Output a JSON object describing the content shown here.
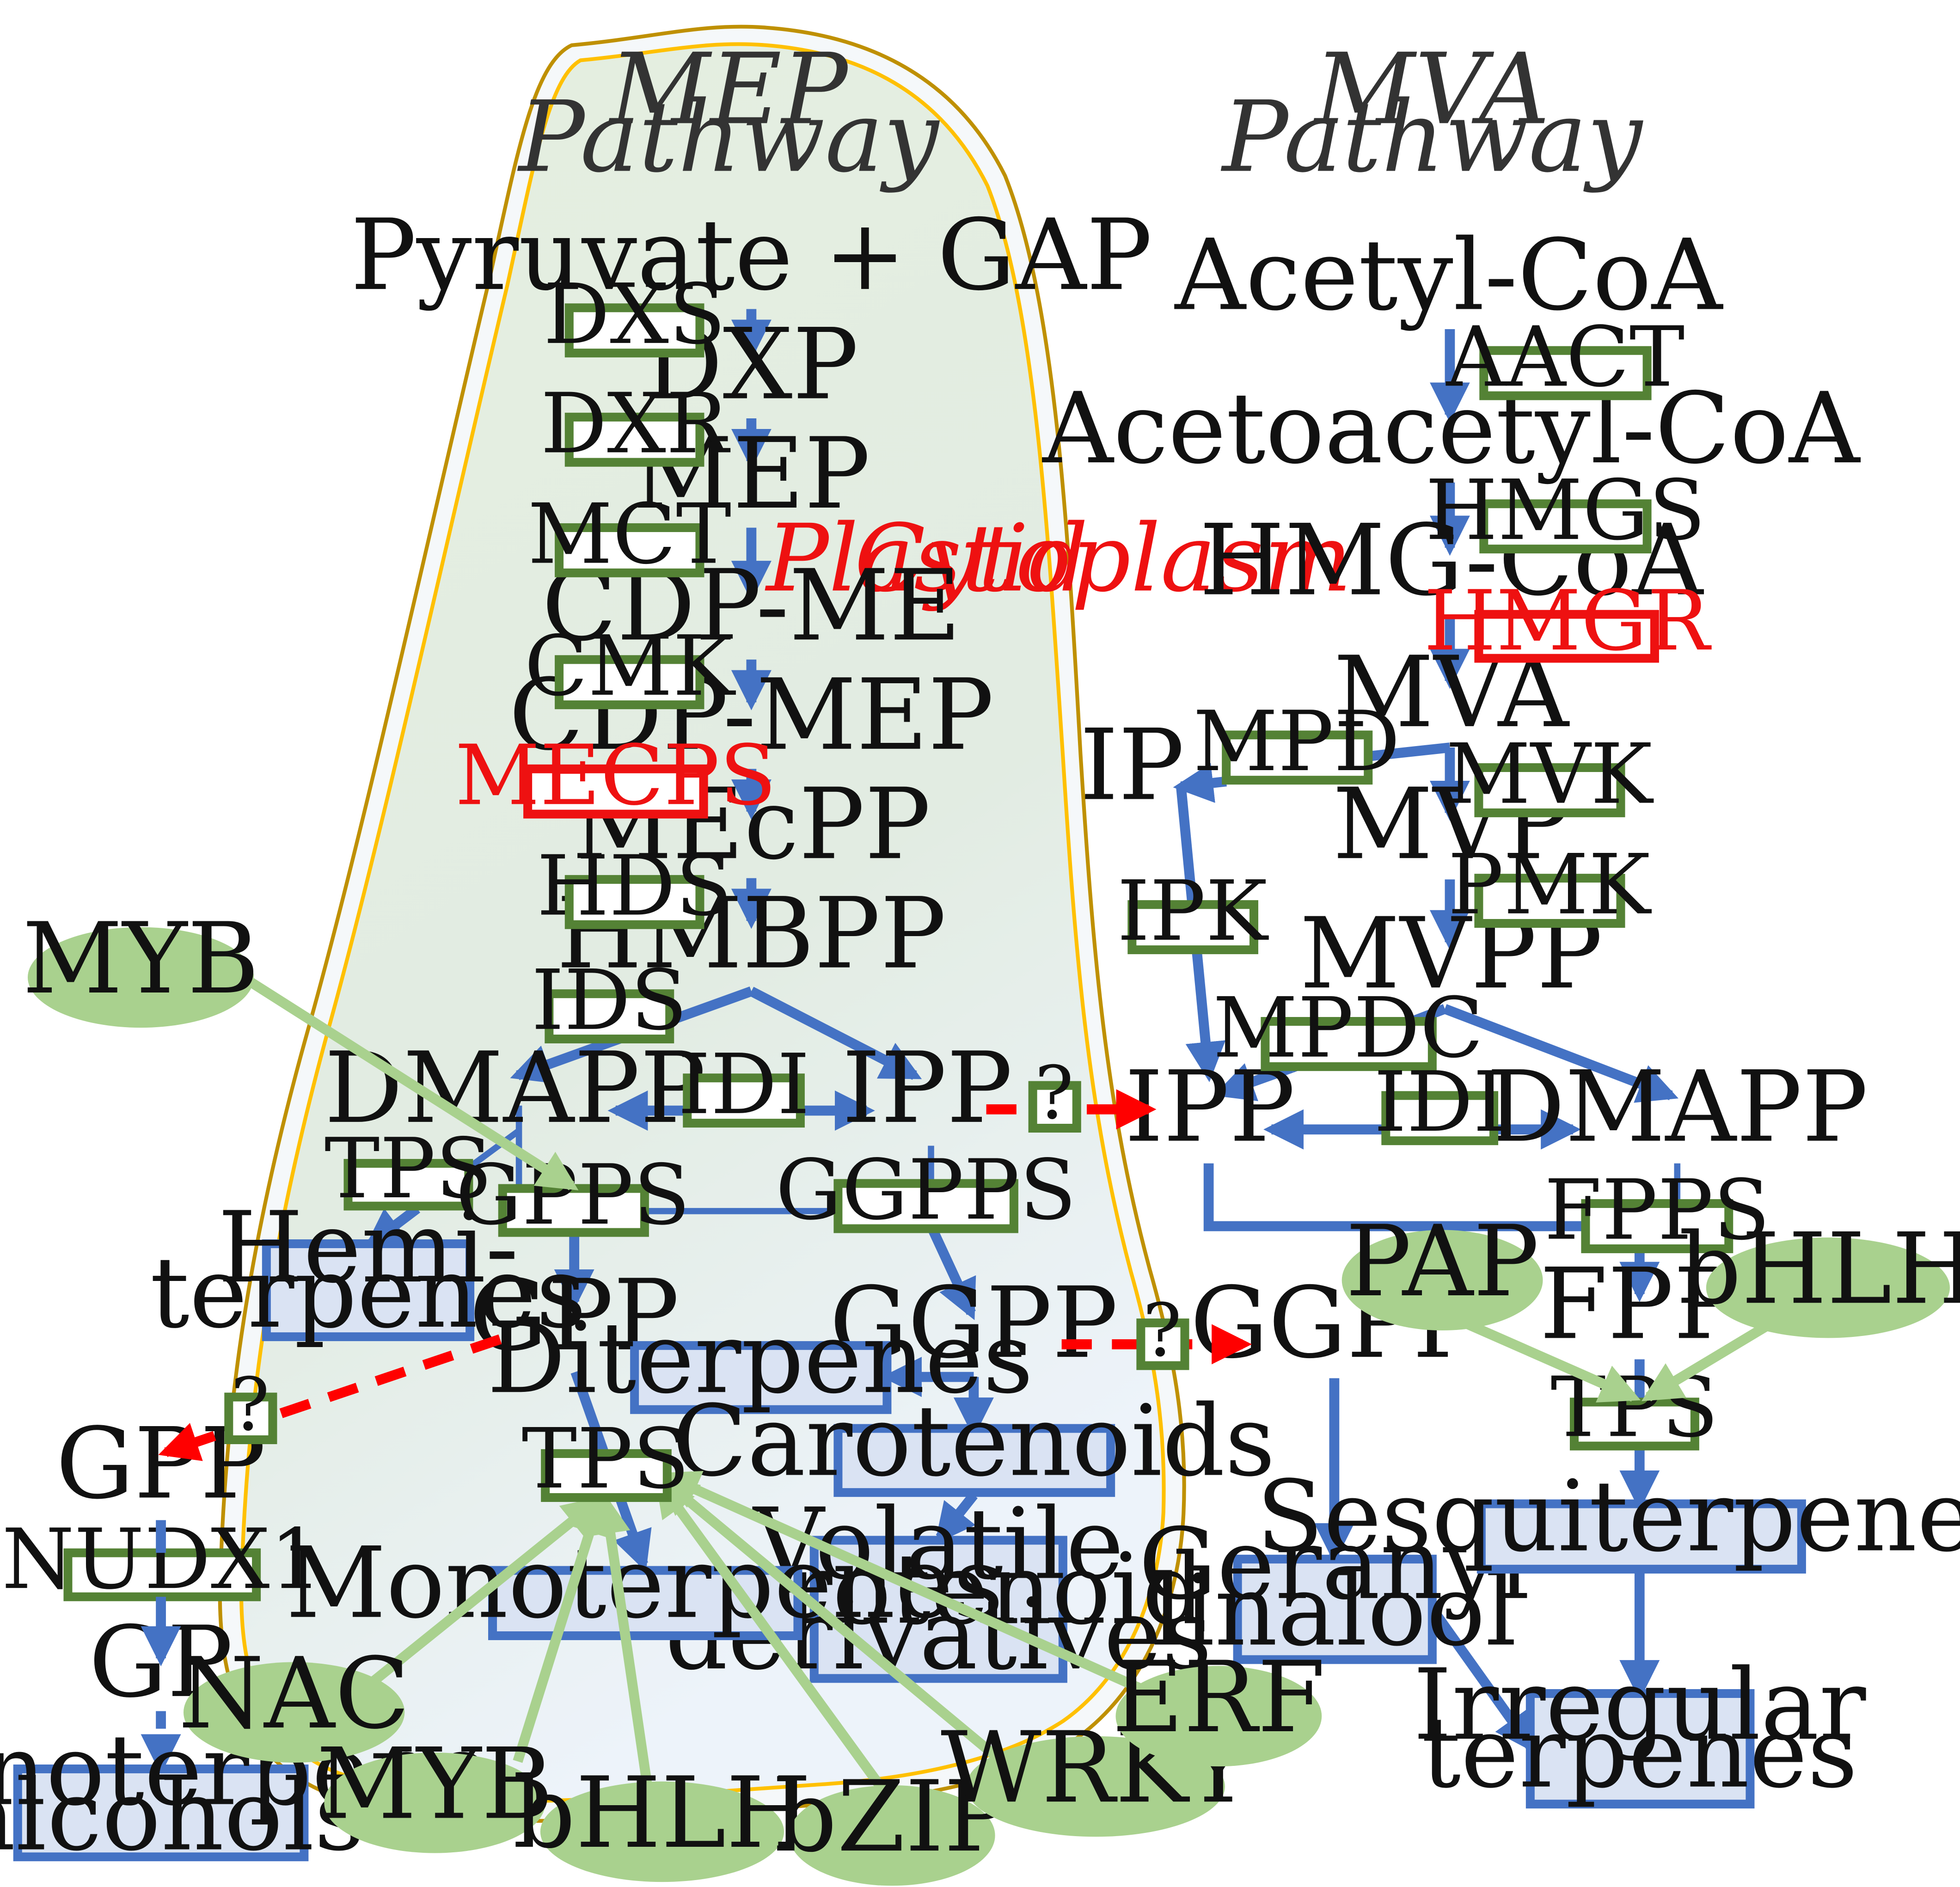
{
  "titles": {
    "mep": [
      "MEP",
      "Pathway"
    ],
    "mva": [
      "MVA",
      "Pathway"
    ]
  },
  "compartments": {
    "plastid": "Plastid",
    "cytoplasm": "Cytoplasm"
  },
  "mep_metabolites": {
    "pyruvate_gap": "Pyruvate + GAP",
    "dxp": "DXP",
    "mep": "MEP",
    "cdp_me": "CDP-ME",
    "cdp_mep": "CDP-MEP",
    "mecpp": "MEcPP",
    "hmbpp": "HMBPP",
    "dmapp": "DMAPP",
    "ipp": "IPP",
    "gpp": "GPP",
    "ggpp": "GGPP"
  },
  "mep_enzymes": {
    "dxs": "DXS",
    "dxr": "DXR",
    "mct": "MCT",
    "cmk": "CMK",
    "mecps": "MECPS",
    "hds": "HDS",
    "ids": "IDS",
    "idi": "IDI",
    "tps_hemi": "TPS",
    "gpps": "GPPS",
    "ggpps": "GGPPS",
    "tps_mono": "TPS"
  },
  "mva_metabolites": {
    "acetyl_coa": "Acetyl-CoA",
    "acetoacetyl_coa": "Acetoacetyl-CoA",
    "hmg_coa": "HMG-CoA",
    "mva": "MVA",
    "ip": "IP",
    "mvp": "MVP",
    "mvpp": "MVPP",
    "ipp": "IPP",
    "dmapp": "DMAPP",
    "fpp": "FPP",
    "ggpp": "GGPP"
  },
  "mva_enzymes": {
    "aact": "AACT",
    "hmgs": "HMGS",
    "hmgr": "HMGR",
    "mpd": "MPD",
    "mvk": "MVK",
    "ipk": "IPK",
    "pmk": "PMK",
    "mpdc": "MPDC",
    "idi": "IDI",
    "fpps": "FPPS",
    "tps": "TPS"
  },
  "left_branch": {
    "gpp": "GPP",
    "nudx1": "NUDX1",
    "gp": "GP"
  },
  "products": {
    "hemiterpenes": [
      "Hemi-",
      "terpenes"
    ],
    "diterpenes": "Diterpenes",
    "carotenoids": "Carotenoids",
    "volatile": [
      "Volatile",
      "carotenoid",
      "derivatives"
    ],
    "monoterpenes": "Monoterpenes",
    "monoterpene_alcohols": [
      "monoterpene",
      "alcohols"
    ],
    "geranyl_linalool": [
      "Geranyl",
      "linalool"
    ],
    "sesquiterpenes": "Sesquiterpenes",
    "irregular": [
      "Irregular",
      "terpenes"
    ]
  },
  "transporter_label": "?",
  "transcription_factors": {
    "myb_top": "MYB",
    "pap": "PAP",
    "bhlh_right": "bHLH",
    "nac": "NAC",
    "myb_bottom": "MYB",
    "bhlh_bottom": "bHLH",
    "bzip": "bZIP",
    "wrky": "WRKY",
    "erf": "ERF"
  },
  "colors": {
    "arrow_blue": "#4472c4",
    "enzyme_border": "#548235",
    "highlight_red": "#ee1111",
    "tf_fill": "#a9d18e",
    "product_fill": "#dae3f3",
    "plastid_fill": "#e5efe0",
    "membrane_outer": "#bf9000",
    "membrane_inner": "#ffc000"
  }
}
